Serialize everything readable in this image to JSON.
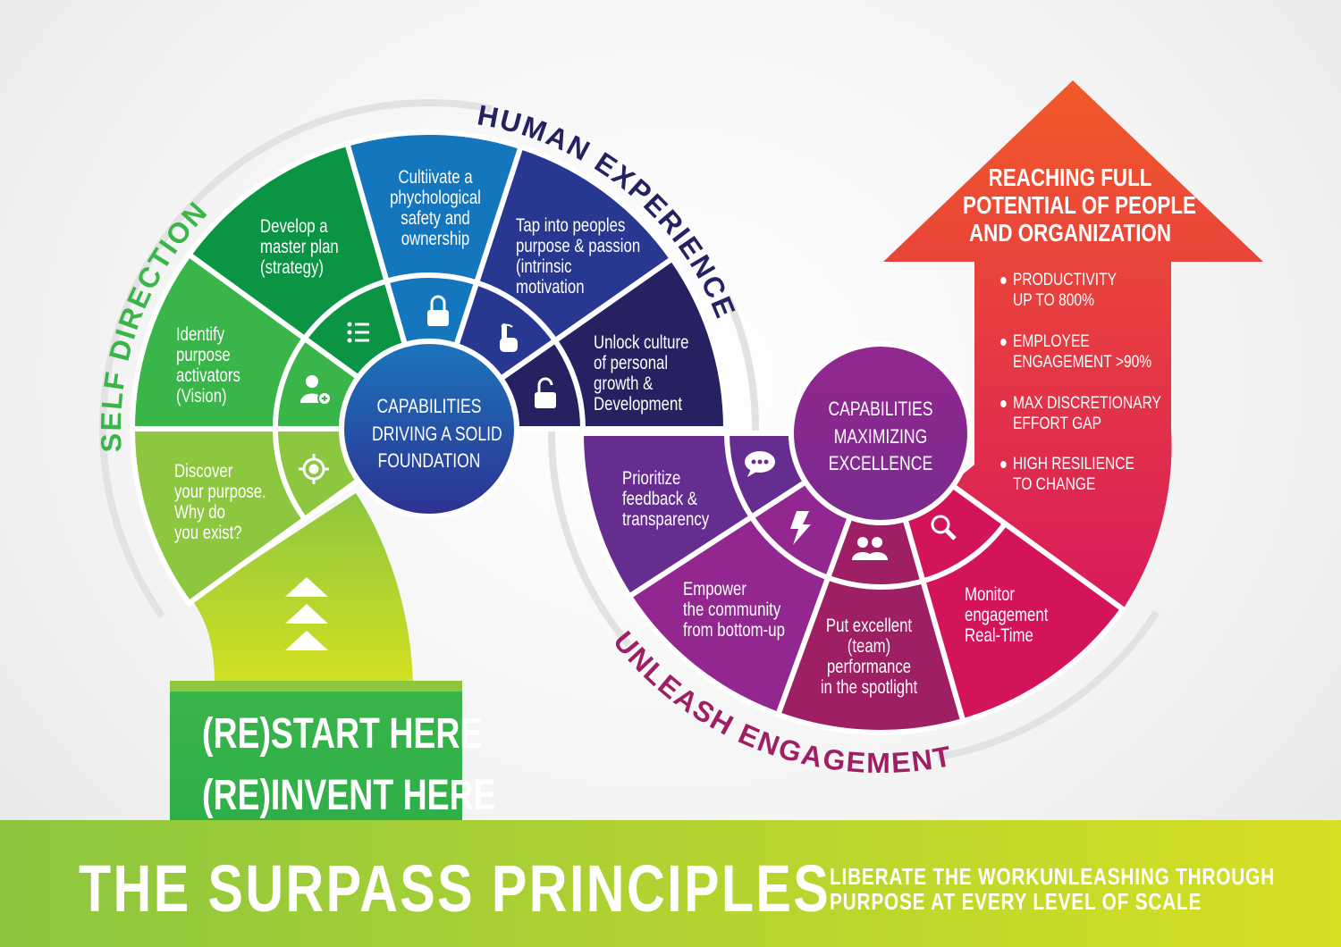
{
  "colors": {
    "discover": "#8dc63f",
    "identify": "#39b54a",
    "develop": "#0a9444",
    "cultivate": "#1476bd",
    "tap": "#283891",
    "unlock": "#262262",
    "prioritize": "#662d91",
    "empower": "#92278f",
    "spotlight": "#9e1f63",
    "monitor": "#d4145a",
    "arrow_top": "#f15a29",
    "arrow_bottom": "#d91a5c",
    "self_direction": "#39b54a",
    "human_experience": "#262262",
    "unleash_engagement": "#9e1f63"
  },
  "sections": {
    "self_direction": "SELF DIRECTION",
    "human_experience": "HUMAN EXPERIENCE",
    "unleash_engagement": "UNLEASH ENGAGEMENT"
  },
  "left_wheel": {
    "center": [
      "CAPABILITIES",
      "DRIVING A SOLID",
      "FOUNDATION"
    ],
    "segments": [
      {
        "lines": [
          "Discover",
          "your purpose.",
          "Why do",
          "you exist?"
        ],
        "icon": "target-icon"
      },
      {
        "lines": [
          "Identify",
          "purpose",
          "activators",
          "(Vision)"
        ],
        "icon": "user-plus-icon"
      },
      {
        "lines": [
          "Develop a",
          "master plan",
          "(strategy)"
        ],
        "icon": "list-icon"
      },
      {
        "lines": [
          "Cultiivate a",
          "phychological",
          "safety and",
          "ownership"
        ],
        "icon": "lock-icon"
      },
      {
        "lines": [
          "Tap into peoples",
          "purpose & passion",
          "(intrinsic",
          "motivation"
        ],
        "icon": "hand-pointer-icon"
      },
      {
        "lines": [
          "Unlock culture",
          "of personal",
          "growth &",
          "Development"
        ],
        "icon": "unlock-icon"
      }
    ]
  },
  "right_wheel": {
    "center": [
      "CAPABILITIES",
      "MAXIMIZING",
      "EXCELLENCE"
    ],
    "segments": [
      {
        "lines": [
          "Prioritize",
          "feedback &",
          "transparency"
        ],
        "icon": "chat-icon"
      },
      {
        "lines": [
          "Empower",
          "the community",
          "from bottom-up"
        ],
        "icon": "lightning-icon"
      },
      {
        "lines": [
          "Put excellent",
          "(team)",
          "performance",
          "in the spotlight"
        ],
        "icon": "people-icon"
      },
      {
        "lines": [
          "Monitor",
          "engagement",
          "Real-Time"
        ],
        "icon": "search-icon"
      }
    ]
  },
  "arrow": {
    "heading": [
      "REACHING FULL",
      "POTENTIAL OF PEOPLE",
      "AND ORGANIZATION"
    ],
    "bullets": [
      [
        "PRODUCTIVITY",
        "UP TO 800%"
      ],
      [
        "EMPLOYEE",
        "ENGAGEMENT >90%"
      ],
      [
        "MAX DISCRETIONARY",
        "EFFORT GAP"
      ],
      [
        "HIGH RESILIENCE",
        "TO CHANGE"
      ]
    ]
  },
  "start_box": [
    "(RE)START HERE",
    "(RE)INVENT HERE"
  ],
  "footer": {
    "title": "THE SURPASS PRINCIPLES",
    "subtitle": [
      "LIBERATE THE WORKUNLEASHING THROUGH",
      "PURPOSE AT EVERY LEVEL OF SCALE"
    ]
  }
}
